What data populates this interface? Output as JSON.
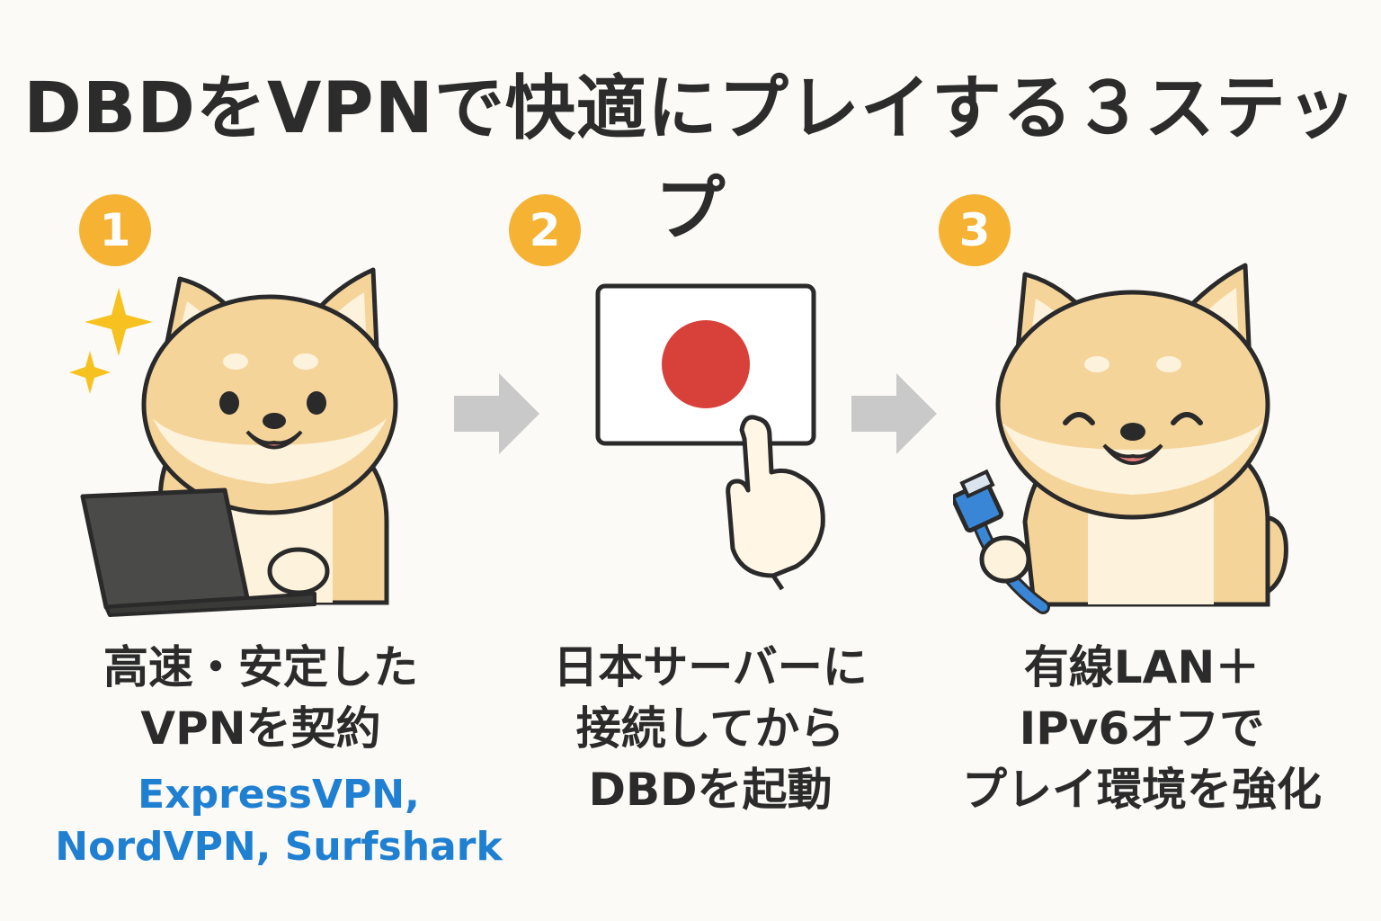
{
  "title": "DBDをVPNで快適にプレイする３ステップ",
  "colors": {
    "badge": "#f6b233",
    "providers_text": "#1f7fd1",
    "arrow": "#c9c9c9",
    "flag_circle": "#d8413a",
    "fur": "#f5d49a",
    "cable": "#3a86d6",
    "sparkle": "#f7c21f"
  },
  "steps": [
    {
      "number": "1",
      "icon": "shiba-laptop-illustration",
      "lines": [
        "高速・安定した",
        "VPNを契約"
      ],
      "providers": [
        "ExpressVPN,",
        "NordVPN, Surfshark"
      ]
    },
    {
      "number": "2",
      "icon": "japan-flag-tap-illustration",
      "lines": [
        "日本サーバーに",
        "接続してから",
        "DBDを起動"
      ]
    },
    {
      "number": "3",
      "icon": "shiba-lan-cable-illustration",
      "lines": [
        "有線LAN＋",
        "IPv6オフで",
        "プレイ環境を強化"
      ]
    }
  ]
}
